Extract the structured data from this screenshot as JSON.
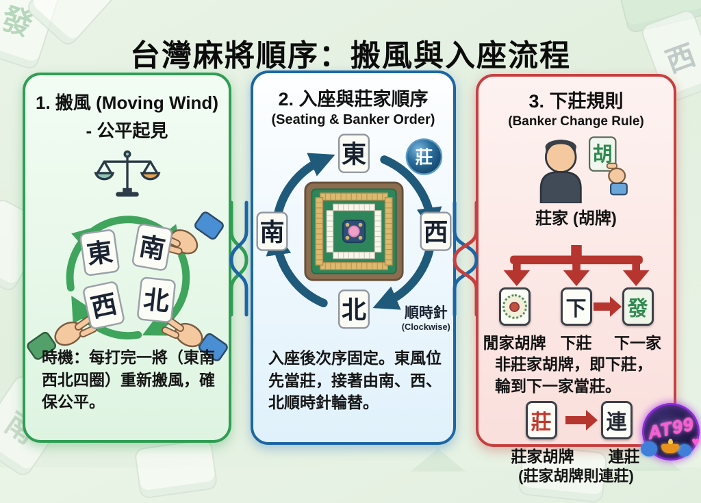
{
  "page": {
    "title": "台灣麻將順序：搬風與入座流程"
  },
  "panel1": {
    "title": "1. 搬風 (Moving Wind)",
    "subtitle": "- 公平起見",
    "tiles": [
      "東",
      "南",
      "西",
      "北"
    ],
    "note": "時機：每打完一將（東南西北四圈）重新搬風，確保公平。"
  },
  "panel2": {
    "title": "2. 入座與莊家順序",
    "subtitle": "(Seating & Banker Order)",
    "badge": "莊",
    "tile_top": "東",
    "tile_right": "西",
    "tile_bottom": "北",
    "tile_left": "南",
    "clockwise": "順時針",
    "clockwise_en": "(Clockwise)",
    "note": "入座後次序固定。東風位先當莊，接著由南、西、北順時針輪替。"
  },
  "panel3": {
    "title": "3. 下莊規則",
    "subtitle": "(Banker Change Rule)",
    "hu_tile": "胡",
    "banker_label": "莊家 (胡牌)",
    "branch_labels": [
      "閒家胡牌",
      "下莊",
      "下一家"
    ],
    "xia_tile": "下",
    "fa_tile": "發",
    "note1": "非莊家胡牌，即下莊，輪到下一家當莊。",
    "zhuang_tile": "莊",
    "lian_tile": "連",
    "zhuang_label": "莊家胡牌",
    "lian_label": "連莊",
    "note2": "(莊家胡牌則連莊)"
  },
  "background": {
    "faint_tiles": [
      "發",
      "西",
      "南"
    ]
  },
  "logo": {
    "text": "AT99"
  },
  "colors": {
    "panel1_border": "#2f9e53",
    "panel2_border": "#1d66a3",
    "panel3_border": "#c64040",
    "arrow_green": "#3fa45c",
    "arrow_blue": "#1f5a7a",
    "arrow_red": "#b7352f"
  }
}
